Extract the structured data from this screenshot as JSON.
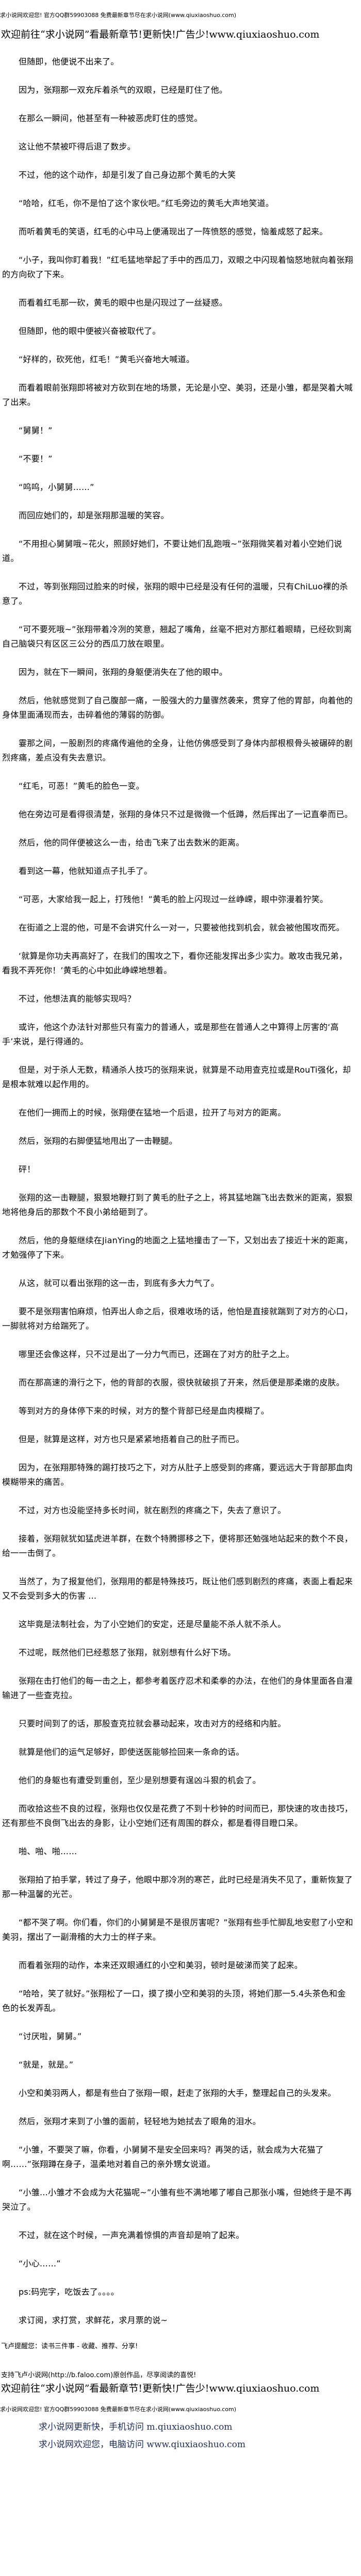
{
  "header": {
    "site_notice": "求小说网欢迎您! 官方QQ群59903088 免费最新章节尽在求小说网(www.qiuxiaoshuo.com)",
    "promo_banner": "欢迎前往“求小说网”看最新章节!更新快!广告少!www.qiuxiaoshuo.com"
  },
  "content": {
    "paragraphs": [
      "但随即，他便说不出来了。",
      "因为，张翔那一双充斥着杀气的双眼，已经是盯住了他。",
      "在那么一瞬间，他甚至有一种被恶虎盯住的感觉。",
      "这让他不禁被吓得后退了数步。",
      "不过，他的这个动作，却是引发了自己身边那个黄毛的大笑",
      "“哈哈，红毛，你不是怕了这个家伙吧。”红毛旁边的黄毛大声地笑道。",
      "而听着黄毛的笑语，红毛的心中马上便涌现出了一阵愤怒的感觉，恼羞成怒了起来。",
      "“小子，我叫你盯着我！”红毛猛地举起了手中的西瓜刀，双眼之中闪现着恼怒地就向着张翔的方向砍了下来。",
      "而看着红毛那一砍，黄毛的眼中也是闪现过了一丝疑惑。",
      "但随即，他的眼中便被兴奋被取代了。",
      "“好样的，砍死他，红毛！”黄毛兴奋地大喊道。",
      "而看着眼前张翔即将被对方砍到在地的场景，无论是小空、美羽，还是小雏，都是哭着大喊了出来。",
      "“舅舅！”",
      "“不要！”",
      "“呜呜，小舅舅……”",
      "而回应她们的，却是张翔那温暖的笑容。",
      "“不用担心舅舅哦~花火，照顾好她们，不要让她们乱跑哦~”张翔微笑着对着小空她们说道。",
      "不过，等到张翔回过脸来的时候，张翔的眼中已经是没有任何的温暖，只有ChiLuo裸的杀意了。",
      "“可不要死哦~”张翔带着冷冽的笑意，翘起了嘴角，丝毫不把对方那红着眼睛，已经砍到离自己脑袋只有区区三公分的西瓜刀放在眼里。",
      "因为，就在下一瞬间，张翔的身躯便消失在了他的眼中。",
      "然后，他就感觉到了自己腹部一痛，一股强大的力量骤然袭来，贯穿了他的胃部，向着他的身体里面涌现而去，击碎着他的薄弱的防御。",
      "霎那之间，一股剧烈的疼痛传遍他的全身，让他仿佛感受到了身体内部根根骨头被碾碎的剧烈疼痛，差点没有失去意识。",
      "“红毛，可恶！”黄毛的脸色一变。",
      "他在旁边可是看得很清楚，张翔的身体只不过是微微一个低蹲，然后挥出了一记直拳而已。",
      "然后，他的同伴便被这么一击，给击飞来了出去数米的距离。",
      "看到这一幕，他就知道点子扎手了。",
      "“可恶，大家给我一起上，打残他！”黄毛的脸上闪现过一丝峥嵘，眼中弥漫着狞笑。",
      "在街道之上混的他，可是不会讲究什么一对一，只要被他找到机会，就会被他围攻而死。",
      "‘就算是你功夫再高好了，在我们的围攻之下，看你还能发挥出多少实力。敢攻击我兄弟，看我不弄死你！’黄毛的心中如此峥嵘地想着。",
      "不过，他想法真的能够实现吗？",
      "或许，他这个办法针对那些只有蛮力的普通人，或是那些在普通人之中算得上厉害的‘高手’来说，是行得通的。",
      "但是，对于杀人无数，精通杀人技巧的张翔来说，就算是不动用查克拉或是RouTi强化，却是根本就难以起作用的。",
      "在他们一拥而上的时候，张翔便在猛地一个后退，拉开了与对方的距离。",
      "然后，张翔的右脚便猛地甩出了一击鞭腿。",
      "砰！",
      "张翔的这一击鞭腿，狠狠地鞭打到了黄毛的肚子之上，将其猛地踹飞出去数米的距离，狠狠地将他身后的那数个不良小弟给砸到了。",
      "然后，他的身躯继续在JianYing的地面之上猛地撞击了一下，又划出去了接近十米的距离，才勉强停了下来。",
      "从这，就可以看出张翔的这一击，到底有多大力气了。",
      "要不是张翔害怕麻烦，怕弄出人命之后，很难收场的话，他怕是直接就踹到了对方的心口，一脚就将对方给踹死了。",
      "哪里还会像这样，只不过是出了一分力气而已，还踢在了对方的肚子之上。",
      "而在那高速的滑行之下，他的背部的衣服，很快就破损了开来，然后便是那柔嫩的皮肤。",
      "等到对方的身体停下来的时候，对方的整个背部已经是血肉模糊了。",
      "但是，就算是这样，对方也只是紧紧地捂着自己的肚子而已。",
      "因为，在张翔那特殊的踢打技巧之下，对方从肚子上感受到的疼痛，要远远大于背部那血肉模糊带来的痛苦。",
      "不过，对方也没能坚持多长时间，就在剧烈的疼痛之下，失去了意识了。",
      "接着，张翔就犹如猛虎进羊群，在数个特腾挪移之下，便将那还勉强地站起来的数个不良，给一一击倒了。",
      "当然了，为了报复他们，张翔用的都是特殊技巧，既让他们感到剧烈的疼痛，表面上看起来又不会受到多大的伤害 ...",
      "这毕竟是法制社会，为了小空她们的安定，还是尽量能不杀人就不杀人。",
      "不过呢，既然他们已经惹怒了张翔，就别想有什么好下场。",
      "张翔在击打他们的每一击之上，都参考着医疗忍术和柔拳的办法，在他们的身体里面各自灌输进了一些查克拉。",
      "只要时间到了的话，那股查克拉就会暴动起来，攻击对方的经络和内脏。",
      "就算是他们的运气足够好，即使送医能够捡回来一条命的话。",
      "他们的身躯也有遭受到重创，至少是别想要有逞凶斗狠的机会了。",
      "而收拾这些不良的过程，张翔也仅仅是花费了不到十秒钟的时间而已，那快速的攻击技巧，还有那些不良倒飞出去的身影，让小空她们还有周围的群众，都是看得目瞪口呆。",
      "啪、啪、啪……",
      "张翔拍了拍手掌，转过了身子，他眼中那冷冽的寒芒，此时已经是消失不见了，重新恢复了那一种温馨的光芒。",
      "“都不哭了啊。你们看，你们的小舅舅是不是很厉害呢？”张翔有些手忙脚乱地安慰了小空和美羽，摆出了一副滑稽的大力士的样子来。",
      "而看着张翔的动作，本来还双眼通红的小空和美羽，顿时是破涕而笑了起来。",
      "“哈哈，笑了就好。”张翔松了一口，摸了摸小空和美羽的头顶，将她们那一5.4头茶色和金色的长发弄乱。",
      "“讨厌啦，舅舅。”",
      "“就是，就是。”",
      "小空和美羽两人，都是有些白了张翔一眼，赶走了张翔的大手，整理起自己的头发来。",
      "然后，张翔才来到了小雏的面前，轻轻地为她拭去了眼角的泪水。",
      "“小雏，不要哭了嘛，你看，小舅舅不是安全回来吗？再哭的话，就会成为大花猫了啊……”张翔蹲在身子，温柔地对着自己的亲外甥女说道。",
      "“小雏…小雏才不会成为大花猫呢~”小雏有些不满地嘟了嘟自己那张小嘴，但她终于是不再哭泣了。",
      "不过，就在这个时候，一声充满着惊惧的声音却是响了起来。",
      "“小心……”",
      "ps:码完字，吃饭去了。。。。",
      "求订阅，求打赏，求鲜花，求月票的说~"
    ]
  },
  "footer": {
    "reminder": "飞卢提醒您：读书三件事 - 收藏、推荐、分享!",
    "support": "支持飞卢小说网(http://b.faloo.com)原创作品，尽享阅读的喜悦!",
    "promo_banner": "欢迎前往“求小说网”看最新章节!更新快!广告少!www.qiuxiaoshuo.com",
    "site_notice": "求小说网欢迎您! 官方QQ群59903088 免费最新章节尽在求小说网(www.qiuxiaoshuo.com)",
    "mobile_access": "求小说网更新快，手机访问 m.qiuxiaoshuo.com",
    "desktop_access": "求小说网欢迎您，电脑访问 www.qiuxiaoshuo.com"
  },
  "colors": {
    "text": "#000000",
    "footer_link_text": "#1b2b5c",
    "background": "#ffffff"
  }
}
